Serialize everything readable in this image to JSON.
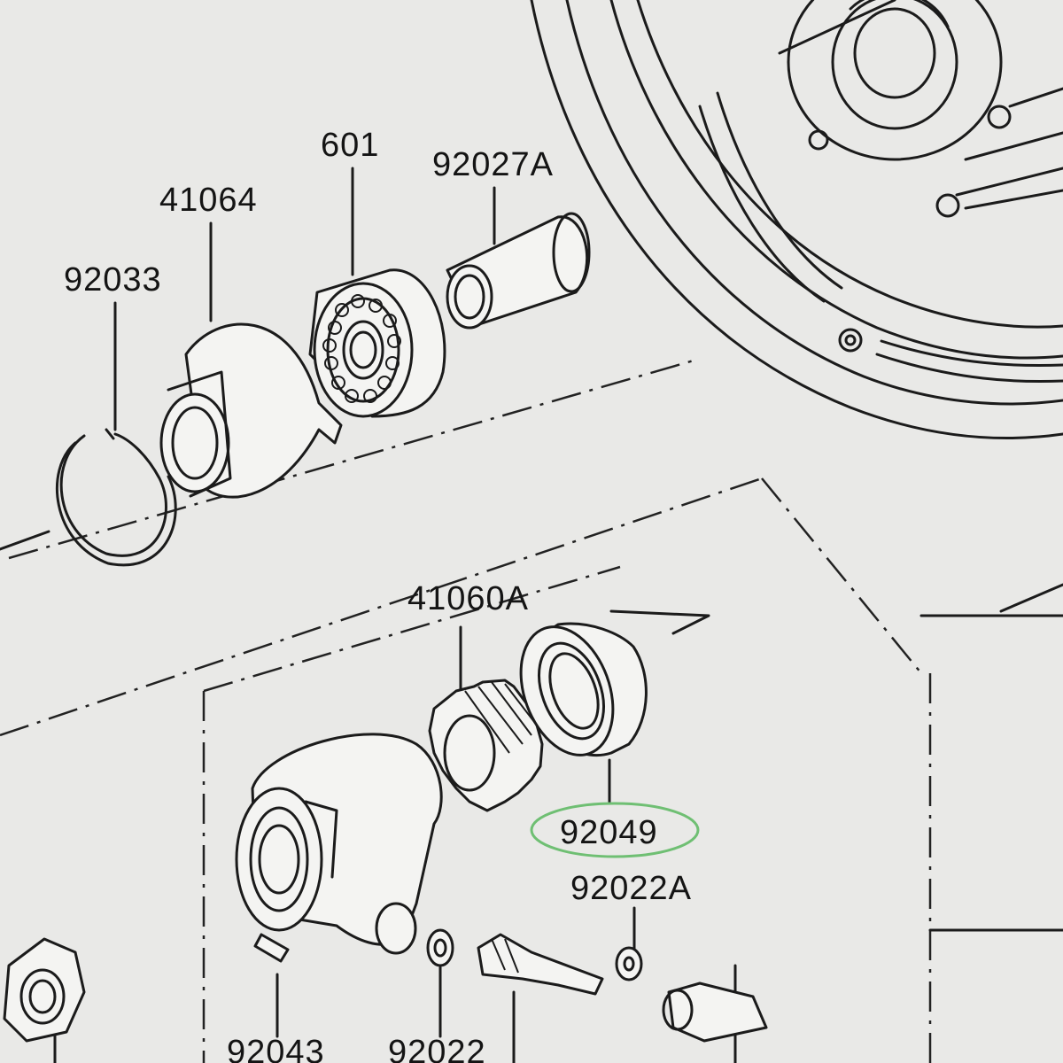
{
  "diagram": {
    "highlight_color": "#6fbf73",
    "labels": [
      {
        "id": "p601",
        "text": "601"
      },
      {
        "id": "p92027a",
        "text": "92027A"
      },
      {
        "id": "p41064",
        "text": "41064"
      },
      {
        "id": "p92033",
        "text": "92033"
      },
      {
        "id": "p41060a",
        "text": "41060A"
      },
      {
        "id": "p92049",
        "text": "92049"
      },
      {
        "id": "p92022a",
        "text": "92022A"
      },
      {
        "id": "p92043",
        "text": "92043"
      },
      {
        "id": "p92022",
        "text": "92022"
      }
    ]
  }
}
